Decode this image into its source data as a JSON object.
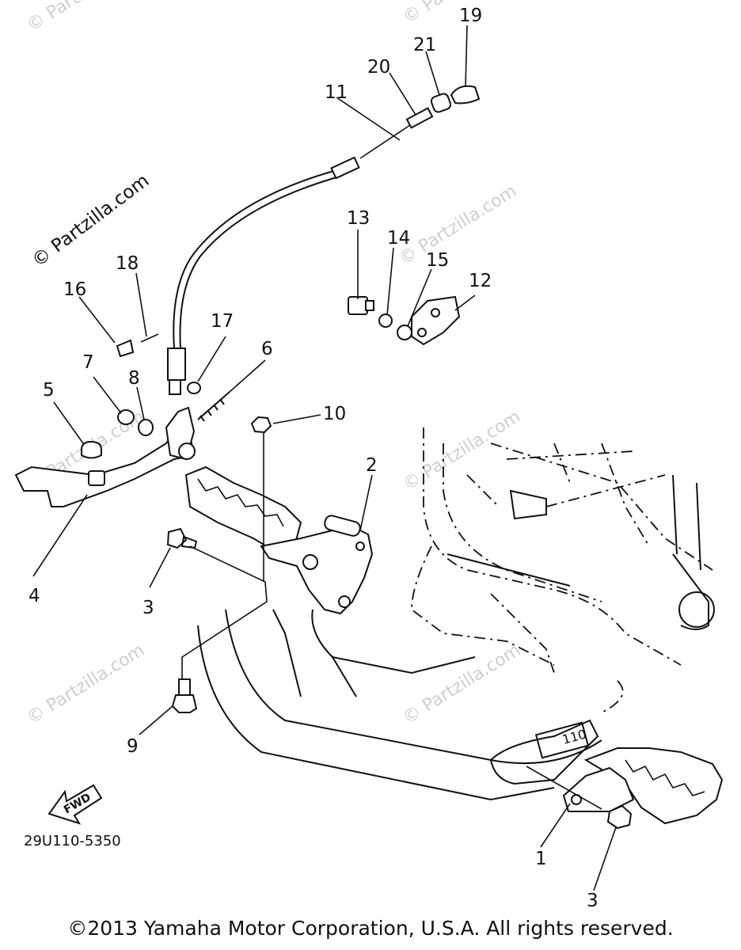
{
  "watermark_main": "© Partzilla.com",
  "watermark_faint": "© Partzilla.com",
  "diagram_code": "29U110-5350",
  "fwd_label": "FWD",
  "frame_stamp": "110",
  "copyright": "©2013 Yamaha Motor Corporation, U.S.A. All rights reserved.",
  "callouts": {
    "c1": "1",
    "c2": "2",
    "c3a": "3",
    "c3b": "3",
    "c4": "4",
    "c5": "5",
    "c6": "6",
    "c7": "7",
    "c8": "8",
    "c9": "9",
    "c10": "10",
    "c11": "11",
    "c12": "12",
    "c13": "13",
    "c14": "14",
    "c15": "15",
    "c16": "16",
    "c17": "17",
    "c18": "18",
    "c19": "19",
    "c20": "20",
    "c21": "21"
  }
}
